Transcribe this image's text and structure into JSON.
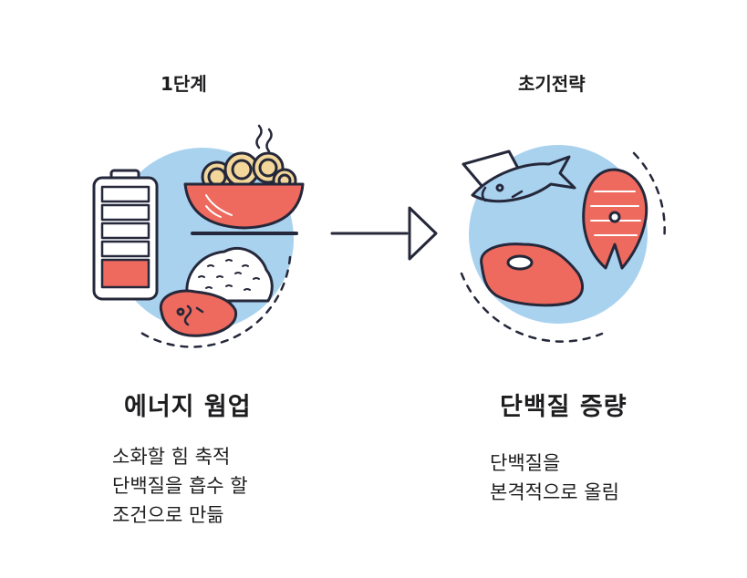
{
  "left": {
    "stage_label": "1단계",
    "heading": "에너지 웜업",
    "description_lines": [
      "소화할 힘 축적",
      "단백질을 흡수 할",
      "조건으로 만듦"
    ]
  },
  "right": {
    "stage_label": "초기전략",
    "heading": "단백질 증량",
    "description_lines": [
      "단백질을",
      "본격적으로 올림"
    ]
  },
  "colors": {
    "circle_fill": "#a9d2ef",
    "food_red": "#ee6a5e",
    "outline": "#25283a",
    "noodle": "#f3d79a"
  },
  "icons": {
    "left": [
      "battery-icon",
      "noodle-bowl-icon",
      "rice-icon",
      "steak-icon"
    ],
    "right": [
      "fish-icon",
      "salmon-steak-icon",
      "meat-icon"
    ],
    "connector": "arrow-right-icon"
  }
}
